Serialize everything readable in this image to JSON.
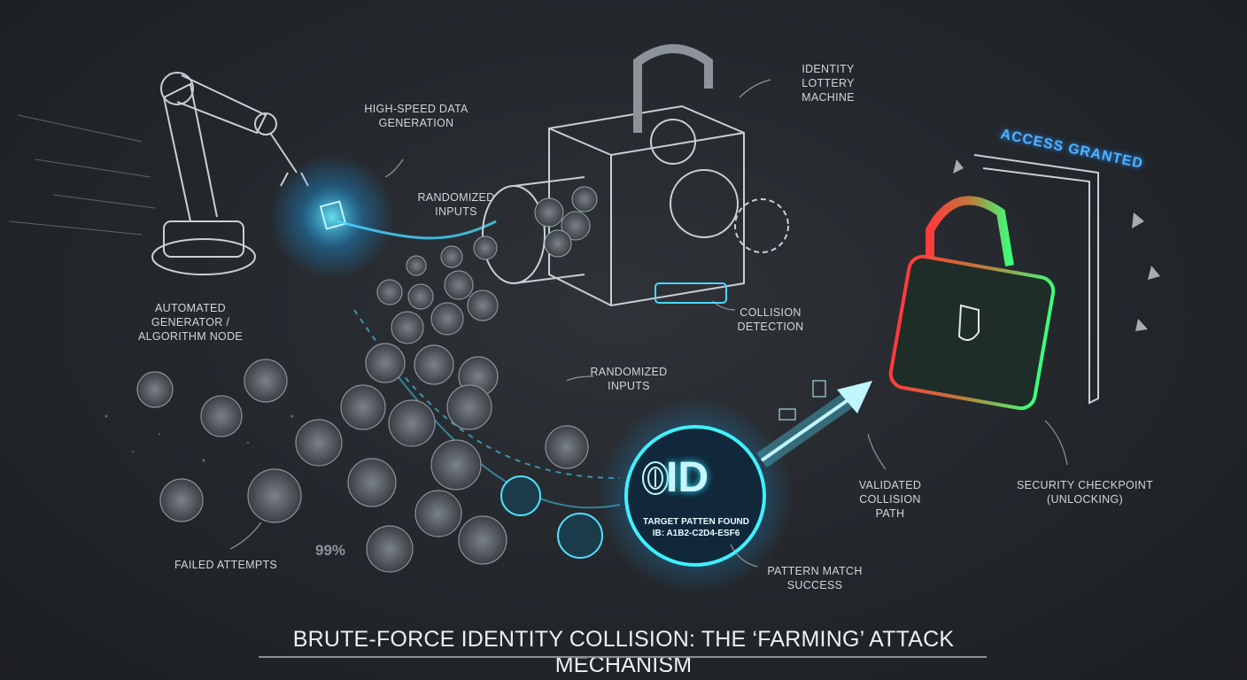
{
  "title": "BRUTE-FORCE IDENTITY COLLISION: THE ‘FARMING’ ATTACK MECHANISM",
  "labels": {
    "high_speed": "High-speed data generation",
    "lottery": "Identity lottery machine",
    "randomized_top": "Randomized inputs",
    "generator": "Automated generator / algorithm node",
    "collision": "Collision detection",
    "randomized_mid": "Randomized inputs",
    "failed": "Failed attempts",
    "pattern": "Pattern match success",
    "validated": "Validated collision path",
    "checkpoint": "Security checkpoint (unlocking)"
  },
  "percent": "99%",
  "access": "ACCESS GRANTED",
  "id_badge": {
    "big": "ID",
    "line1": "TARGET PATTEN FOUND",
    "line2": "IB: A1B2-C2D4-ESF6"
  },
  "colors": {
    "accent": "#2de0ff",
    "lock_red": "#ff3b3b",
    "lock_green": "#3dff7a",
    "access_blue": "#4fb4ff"
  }
}
